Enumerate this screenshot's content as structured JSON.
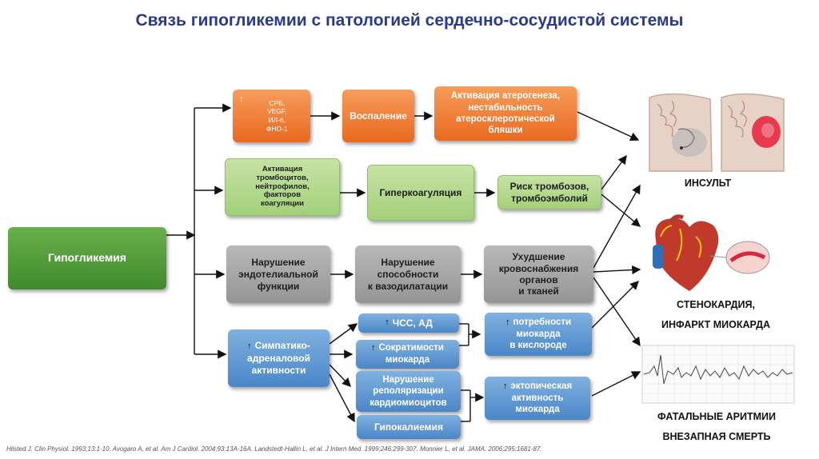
{
  "title": "Связь гипогликемии с патологией сердечно-сосудистой системы",
  "boxes": {
    "hypoglycemia": "Гипогликемия",
    "markers": [
      "СРБ,",
      "VEGF,",
      "ИЛ-6,",
      "ФНО-1"
    ],
    "inflammation": "Воспаление",
    "atherogenesis": [
      "Активация атерогенеза,",
      "нестабильность",
      "атеросклеротической",
      "бляшки"
    ],
    "activation": [
      "Активация",
      "тромбоцитов,",
      "нейтрофилов,",
      "факторов",
      "коагуляции"
    ],
    "hypercoag": "Гиперкоагуляция",
    "thrombosis_risk": [
      "Риск тромбозов,",
      "тромбоэмболий"
    ],
    "endothelial": [
      "Нарушение",
      "эндотелиальной",
      "функции"
    ],
    "vasodilation": [
      "Нарушение",
      "способности",
      "к вазодилатации"
    ],
    "blood_supply": [
      "Ухудшение",
      "кровоснабжения",
      "органов",
      "и тканей"
    ],
    "sympatho": [
      "Симпатико-",
      "адреналовой",
      "активности"
    ],
    "hr_bp": "ЧСС, АД",
    "contractility": [
      "Сократимости",
      "миокарда"
    ],
    "repolarization": [
      "Нарушение",
      "реполяризации",
      "кардиомиоцитов"
    ],
    "hypokalemia": "Гипокалиемия",
    "oxygen_demand": [
      "потребности",
      "миокарда",
      "в кислороде"
    ],
    "ectopic": [
      "эктопическая",
      "активность",
      "миокарда"
    ]
  },
  "outcomes": {
    "stroke": "ИНСУЛЬТ",
    "angina": "СТЕНОКАРДИЯ,",
    "mi": "ИНФАРКТ МИОКАРДА",
    "arrhythmia": "ФАТАЛЬНЫЕ АРИТМИИ",
    "sudden_death": "ВНЕЗАПНАЯ СМЕРТЬ"
  },
  "reference": "Hilsted J. Clin Physiol. 1993;13:1-10. Avogaro A, et al. Am J Cardiol. 2004;93:13A-16A.  Landstedt-Hallin L, et al. J Intern Med. 1999;246:299-307. Monnier L, et al. JAMA. 2006;295:1681-87.",
  "icons": [
    "up-arrow-icon",
    "brain-scan-icon",
    "heart-icon",
    "ecg-strip-icon"
  ],
  "colors": {
    "title": "#2b3a8f",
    "green": "#4e9a35",
    "orange": "#ee7a30",
    "gray": "#a5a5a5",
    "blue": "#5a93d0",
    "stroke_red": "#e8203a"
  }
}
